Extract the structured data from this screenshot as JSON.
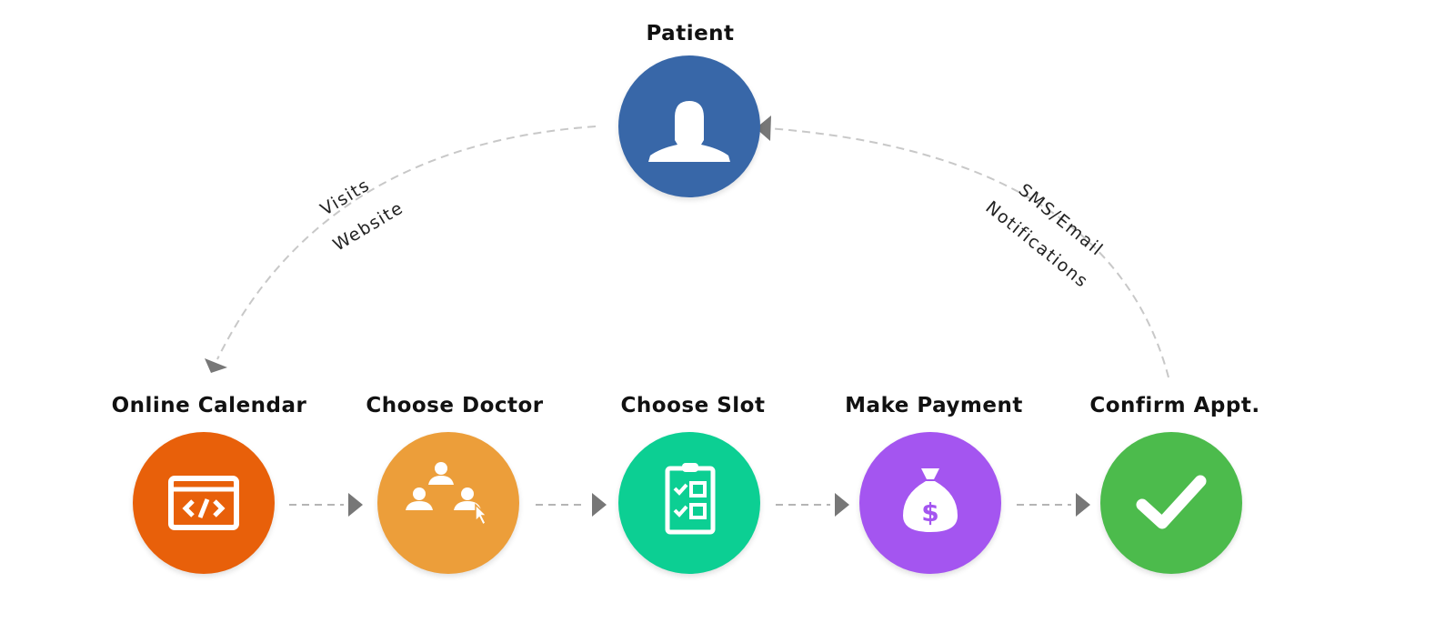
{
  "diagram": {
    "center_node": {
      "label": "Patient",
      "color": "#3867a8",
      "icon": "person-icon"
    },
    "steps": [
      {
        "label": "Online Calendar",
        "color": "#e8600a",
        "icon": "code-window-icon"
      },
      {
        "label": "Choose Doctor",
        "color": "#ec9e3a",
        "icon": "user-group-cursor-icon"
      },
      {
        "label": "Choose Slot",
        "color": "#0ccf93",
        "icon": "clipboard-checklist-icon"
      },
      {
        "label": "Make Payment",
        "color": "#a455f0",
        "icon": "money-bag-icon"
      },
      {
        "label": "Confirm Appt.",
        "color": "#4cbb4c",
        "icon": "checkmark-icon"
      }
    ],
    "edge_labels": {
      "left_line1": "Visits",
      "left_line2": "Website",
      "right_line1": "SMS/Email",
      "right_line2": "Notifications"
    },
    "connector_color": "#c8c8c8",
    "arrowhead_color": "#777777"
  }
}
